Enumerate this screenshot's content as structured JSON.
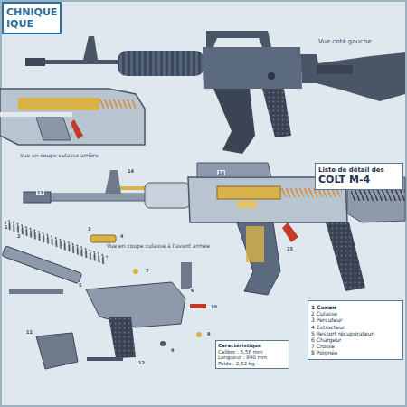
{
  "diagram": {
    "nodes": [
      {
        "text": [
          "CHNIQUE IQUE"
        ]
      },
      {
        "text": [
          "Liste de détail des",
          "COLT M-4"
        ]
      },
      {
        "text": [
          "Caractéristique",
          "Calibre : 5,56 mm",
          "Longueur : 840 mm",
          "Poids : 2,52 kg"
        ]
      },
      {
        "text": [
          "1 Canon",
          "2 Culasse",
          "3 Percuteur",
          "4 Extracteur",
          "5 Ressort récupérateur",
          "6 Chargeur",
          "7 Crosse",
          "8 Poignée"
        ]
      }
    ],
    "labels": [
      "Vue coté gauche",
      "Vue en coupe culasse arrière",
      "Vue en coupe culasse à l'avant armée",
      "1",
      "2",
      "3",
      "4",
      "5",
      "6",
      "7",
      "8",
      "9",
      "10",
      "11",
      "12",
      "13",
      "14",
      "15",
      "16"
    ]
  }
}
